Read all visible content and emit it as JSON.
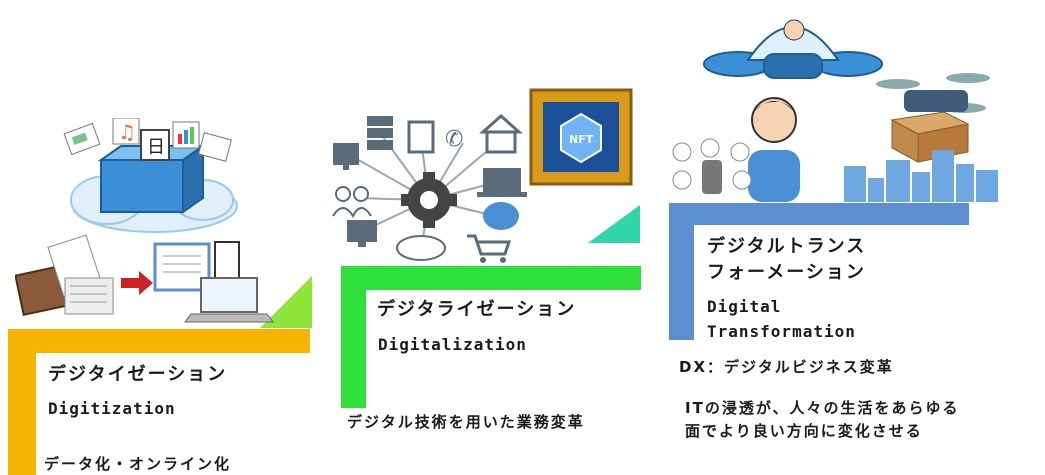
{
  "colors": {
    "stage1": "#f5b400",
    "stage2": "#2fe03a",
    "stage3": "#5b8fd1",
    "corner1": "#8ee53c",
    "corner2": "#2fd6a8"
  },
  "stages": [
    {
      "title": "デジタイゼーション",
      "subtitle": "Digitization",
      "description": "データ化・オンライン化",
      "icons": [
        "document-icon",
        "music-note-icon",
        "calendar-icon",
        "bar-chart-icon",
        "cloud-server-icon",
        "book-icon",
        "newspaper-icon",
        "arrow-right-icon",
        "tablet-icon",
        "laptop-icon"
      ]
    },
    {
      "title": "デジタライゼーション",
      "subtitle": "Digitalization",
      "description": "デジタル技術を用いた業務変革",
      "icons": [
        "monitor-icon",
        "server-icon",
        "document-icon",
        "phone-icon",
        "house-icon",
        "nft-frame-icon",
        "people-icon",
        "gear-icon",
        "laptop-icon",
        "brain-icon",
        "cloud-icon",
        "shopping-cart-icon"
      ],
      "nft_label": "NFT"
    },
    {
      "title_line1": "デジタルトランス",
      "title_line2": "フォーメーション",
      "subtitle_line1": "Digital",
      "subtitle_line2": "Transformation",
      "description": "DX：デジタルビジネス変革",
      "note_line1": "ITの浸透が、人々の生活をあらゆる",
      "note_line2": "面でより良い方向に変化させる",
      "icons": [
        "flying-car-icon",
        "person-icon",
        "drone-icon",
        "smart-speaker-icon",
        "city-skyline-icon"
      ]
    }
  ]
}
